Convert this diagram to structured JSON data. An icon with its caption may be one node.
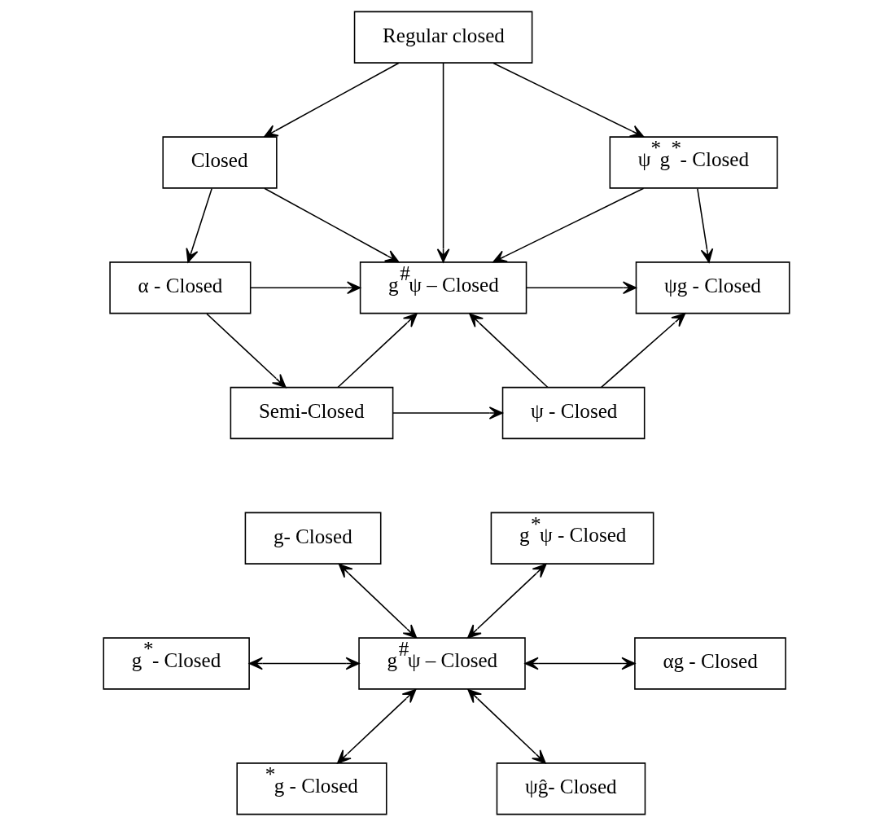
{
  "diagram": {
    "nodes": [
      {
        "text": [
          "Regular closed"
        ]
      },
      {
        "text": [
          "Closed"
        ]
      },
      {
        "text": [
          "ψ$^{*}$g$^{*}$- Closed"
        ]
      },
      {
        "text": [
          "g$^{#}$ψ – Closed"
        ]
      },
      {
        "text": [
          "α - Closed"
        ]
      },
      {
        "text": [
          "ψg - Closed"
        ]
      },
      {
        "text": [
          "Semi-Closed"
        ]
      },
      {
        "text": [
          "ψ - Closed"
        ]
      },
      {
        "text": [
          "g- Closed"
        ]
      },
      {
        "text": [
          "g$^{*}$ψ - Closed"
        ]
      },
      {
        "text": [
          "g$^{*}$- Closed"
        ]
      },
      {
        "text": [
          "g$^{#}$ψ – Closed"
        ]
      },
      {
        "text": [
          "αg - Closed"
        ]
      },
      {
        "text": [
          "$^{*}$g - Closed"
        ]
      },
      {
        "text": [
          "ψĝ- Closed"
        ]
      }
    ],
    "edges": [
      {
        "from": 0,
        "to": 1,
        "arrow": "to"
      },
      {
        "from": 0,
        "to": 3,
        "arrow": "to"
      },
      {
        "from": 0,
        "to": 2,
        "arrow": "to"
      },
      {
        "from": 1,
        "to": 4,
        "arrow": "to"
      },
      {
        "from": 1,
        "to": 3,
        "arrow": "to"
      },
      {
        "from": 2,
        "to": 3,
        "arrow": "to"
      },
      {
        "from": 2,
        "to": 5,
        "arrow": "to"
      },
      {
        "from": 4,
        "to": 3,
        "arrow": "to"
      },
      {
        "from": 3,
        "to": 5,
        "arrow": "to"
      },
      {
        "from": 4,
        "to": 6,
        "arrow": "to"
      },
      {
        "from": 6,
        "to": 3,
        "arrow": "to"
      },
      {
        "from": 7,
        "to": 3,
        "arrow": "to"
      },
      {
        "from": 7,
        "to": 5,
        "arrow": "to"
      },
      {
        "from": 6,
        "to": 7,
        "arrow": "to"
      },
      {
        "from": 8,
        "to": 11,
        "arrow": "both"
      },
      {
        "from": 9,
        "to": 11,
        "arrow": "both"
      },
      {
        "from": 10,
        "to": 11,
        "arrow": "both"
      },
      {
        "from": 11,
        "to": 12,
        "arrow": "both"
      },
      {
        "from": 11,
        "to": 13,
        "arrow": "both"
      },
      {
        "from": 11,
        "to": 14,
        "arrow": "both"
      }
    ]
  }
}
